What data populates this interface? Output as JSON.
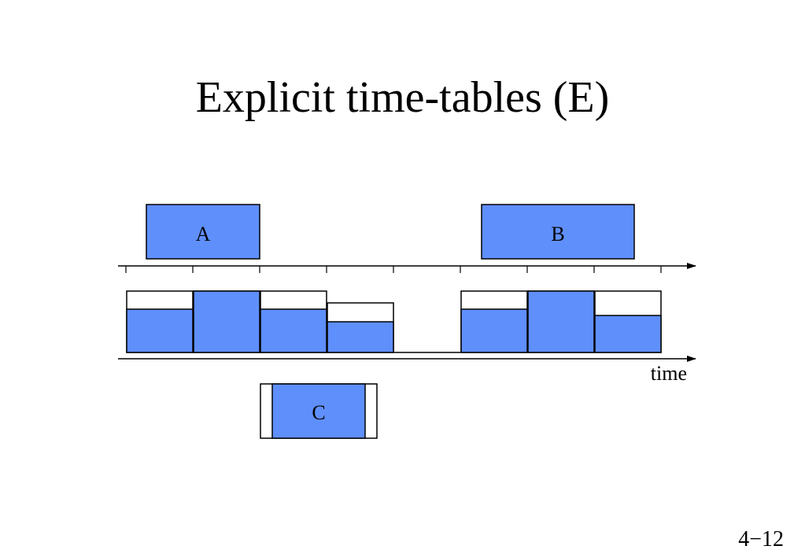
{
  "slide": {
    "title": "Explicit time-tables (E)",
    "page_number": "4−12"
  },
  "diagram": {
    "fill_color": "#5f8ffb",
    "stroke_color": "#000000",
    "axis_label": "time",
    "tasks": [
      {
        "id": "A",
        "label": "A"
      },
      {
        "id": "B",
        "label": "B"
      },
      {
        "id": "C",
        "label": "C"
      }
    ],
    "slot_fill_levels": [
      0.7,
      1.0,
      0.7,
      0.5,
      0.0,
      0.7,
      1.0,
      0.6
    ]
  }
}
